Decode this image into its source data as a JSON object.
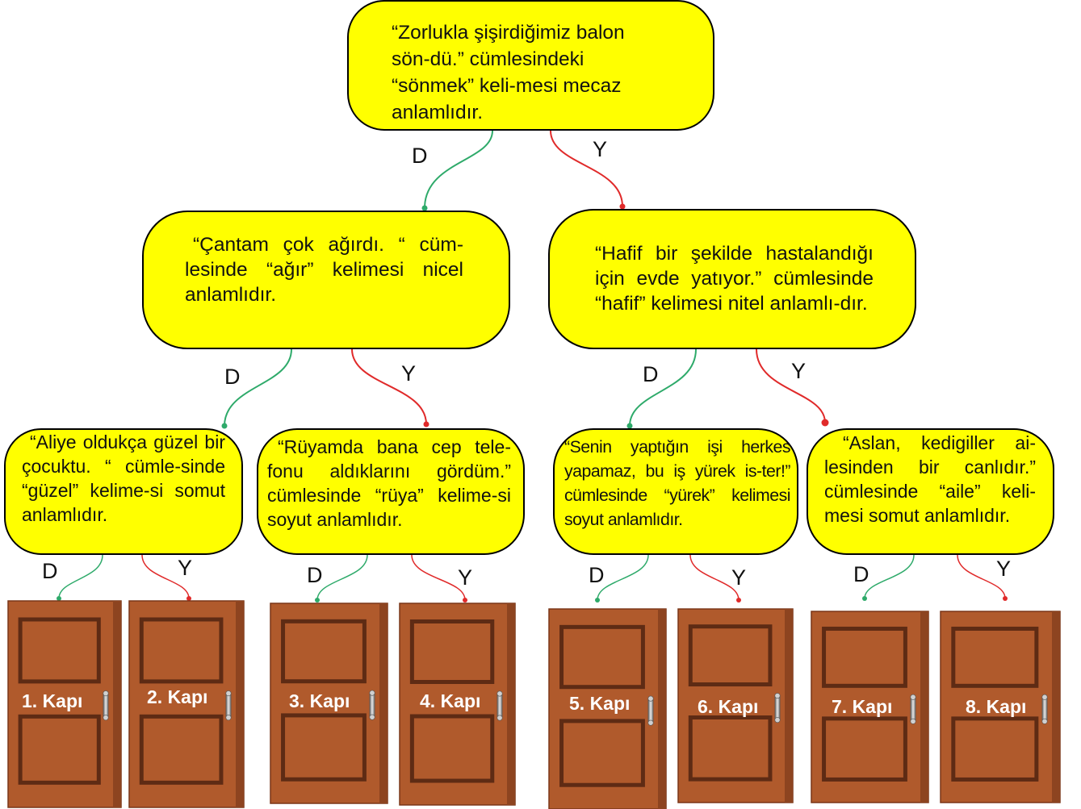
{
  "nodes": {
    "root": "“Zorlukla şişirdiğimiz balon sön-dü.” cümlesindeki “sönmek” keli-mesi mecaz anlamlıdır.",
    "left": "“Çantam çok ağırdı. “ cüm-lesinde “ağır” kelimesi nicel anlamlıdır.",
    "right": "“Hafif bir şekilde hastalandığı için evde yatıyor.” cümlesinde “hafif” kelimesi nitel anlamlı-dır.",
    "ll": "“Aliye oldukça güzel bir çocuktu. “ cümle-sinde “güzel” kelime-si somut anlamlıdır.",
    "lr": "“Rüyamda bana cep tele-fonu aldıklarını gördüm.” cümlesinde “rüya” kelime-si soyut anlamlıdır.",
    "rl": "“Senin yaptığın işi herkes yapamaz, bu iş yürek is-ter!” cümlesinde “yürek” kelimesi soyut anlamlıdır.",
    "rr": "“Aslan, kedigiller ai-lesinden bir canlıdır.” cümlesinde “aile” keli-mesi somut anlamlıdır."
  },
  "labels": {
    "yes": "D",
    "no": "Y"
  },
  "doors": [
    "1. Kapı",
    "2. Kapı",
    "3. Kapı",
    "4. Kapı",
    "5. Kapı",
    "6. Kapı",
    "7. Kapı",
    "8. Kapı"
  ],
  "colors": {
    "box_fill": "#ffff00",
    "true_branch": "#2eaa6a",
    "false_branch": "#e02a2a",
    "door": "#b05a2c",
    "door_dark": "#5e2b14"
  }
}
